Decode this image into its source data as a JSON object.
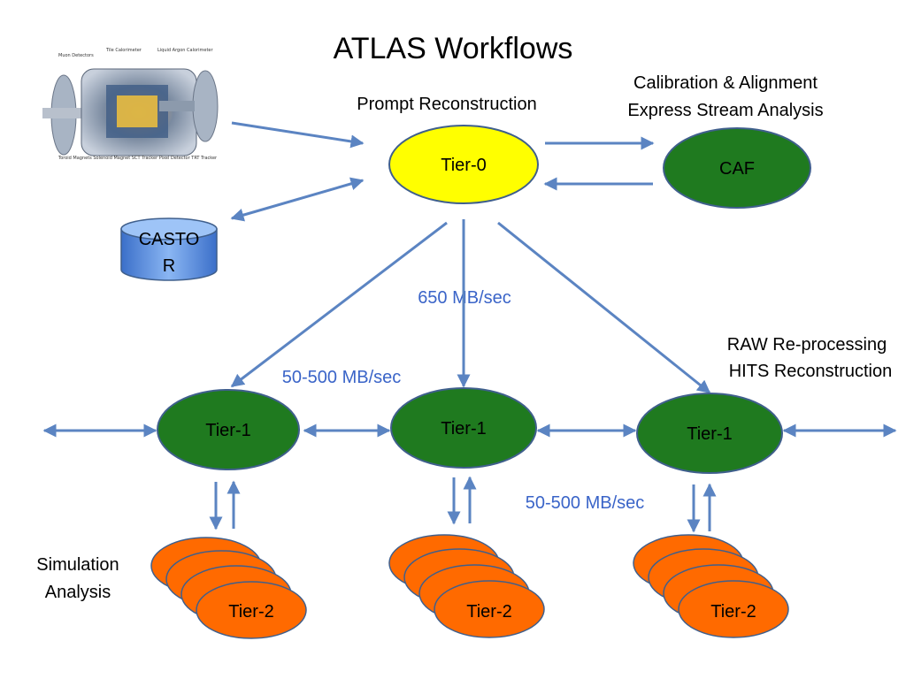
{
  "title": "ATLAS Workflows",
  "labels": {
    "prompt_reconstruction": "Prompt Reconstruction",
    "calibration_line1": "Calibration & Alignment",
    "calibration_line2": "Express Stream Analysis",
    "raw_line1": "RAW Re-processing",
    "raw_line2": "HITS Reconstruction",
    "simulation_line1": "Simulation",
    "simulation_line2": "Analysis"
  },
  "rates": {
    "tier0_to_tier1_center": "650 MB/sec",
    "tier0_to_tier1_left": "50-500 MB/sec",
    "tier1_to_tier2": "50-500 MB/sec"
  },
  "nodes": {
    "tier0": "Tier-0",
    "caf": "CAF",
    "castor_line1": "CASTO",
    "castor_line2": "R",
    "tier1": "Tier-1",
    "tier2": "Tier-2"
  },
  "colors": {
    "tier0": "#ffff00",
    "caf": "#1f7a1f",
    "tier1": "#1f7a1f",
    "tier2": "#ff6a00",
    "castor": "#4f8ce6",
    "arrow": "#5b84c2",
    "rate_text": "#3a64c8"
  },
  "icons": {
    "detector": "atlas-detector-image"
  }
}
